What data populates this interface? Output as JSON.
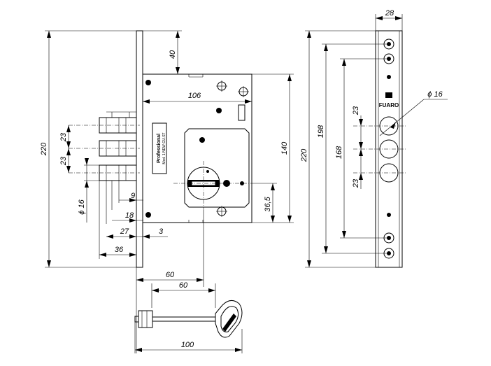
{
  "dimensions": {
    "plate_height": "220",
    "top_offset": "40",
    "body_width": "106",
    "bolt_pitch_1": "23",
    "bolt_pitch_2": "23",
    "bolt_diameter": "ϕ 16",
    "body_height": "140",
    "bolt_throw": "9",
    "bolt_18": "18",
    "bolt_27": "27",
    "faceplate_3": "3",
    "bolt_36": "36",
    "cylinder_offset": "36,5",
    "backset_60a": "60",
    "backset_60b": "60",
    "key_length": "100",
    "faceplate_width": "28",
    "faceplate_height": "220",
    "outer_holes": "198",
    "inner_holes": "168",
    "hole_pitch_1": "23",
    "hole_pitch_2": "23",
    "bolt_hole_diameter": "ϕ 16"
  },
  "labels": {
    "brand_vertical": "Professional",
    "model_vertical": "Mod. 1 NEW-GU.ST",
    "faceplate_brand": "FUARO"
  }
}
